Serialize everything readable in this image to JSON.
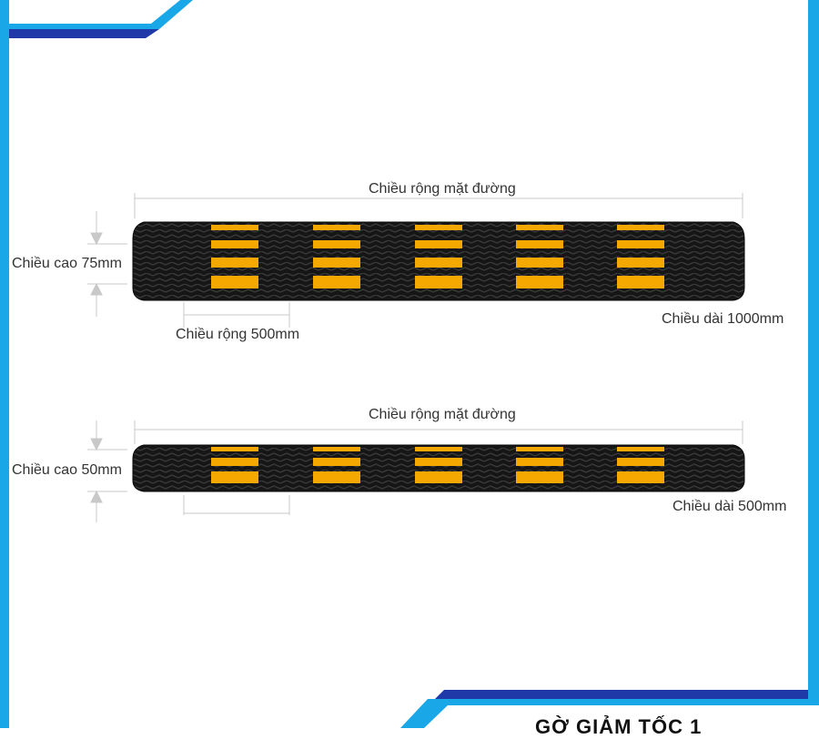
{
  "theme": {
    "frame_color": "#1aa7e8",
    "accent_dark": "#1f3aa8",
    "bump_color": "#161616",
    "stripe_color": "#f5a800",
    "dim_line_color": "#c8c8c8"
  },
  "bump_top": {
    "road_width_label": "Chiều rộng mặt đường",
    "height_label": "Chiều cao 75mm",
    "width_label": "Chiều rộng 500mm",
    "length_label": "Chiều dài 1000mm",
    "stripe_groups": 5,
    "stripes_per_group": 4
  },
  "bump_bottom": {
    "road_width_label": "Chiều rộng mặt đường",
    "height_label": "Chiều cao 50mm",
    "length_label": "Chiều dài 500mm",
    "stripe_groups": 5,
    "stripes_per_group": 3
  },
  "footer": {
    "title": "GỜ GIẢM TỐC 1"
  }
}
